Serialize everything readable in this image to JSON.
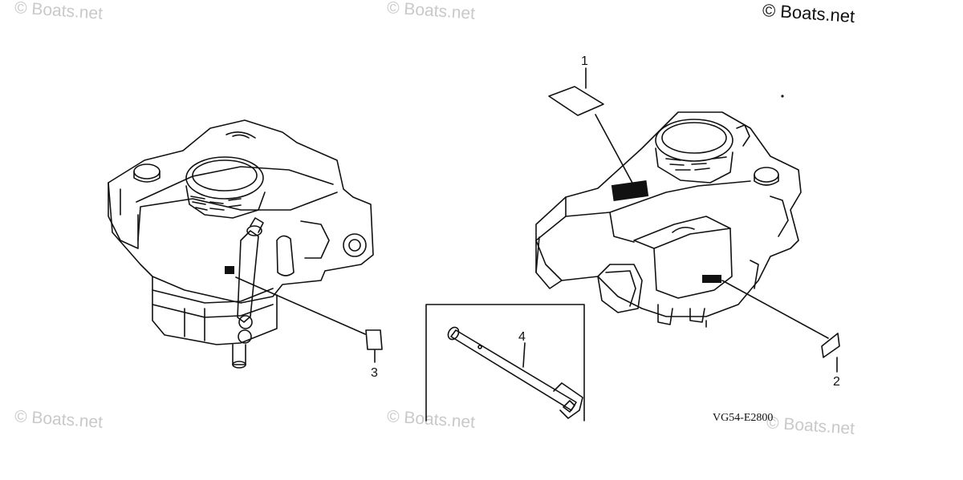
{
  "watermarks": {
    "top_left": "© Boats.net",
    "top_center": "© Boats.net",
    "top_right": "© Boats.net",
    "bottom_left": "© Boats.net",
    "bottom_center": "© Boats.net",
    "bottom_right": "© Boats.net"
  },
  "callouts": {
    "label_1": "1",
    "label_2": "2",
    "label_3": "3",
    "label_4": "4"
  },
  "diagram_code": "VG54-E2800"
}
